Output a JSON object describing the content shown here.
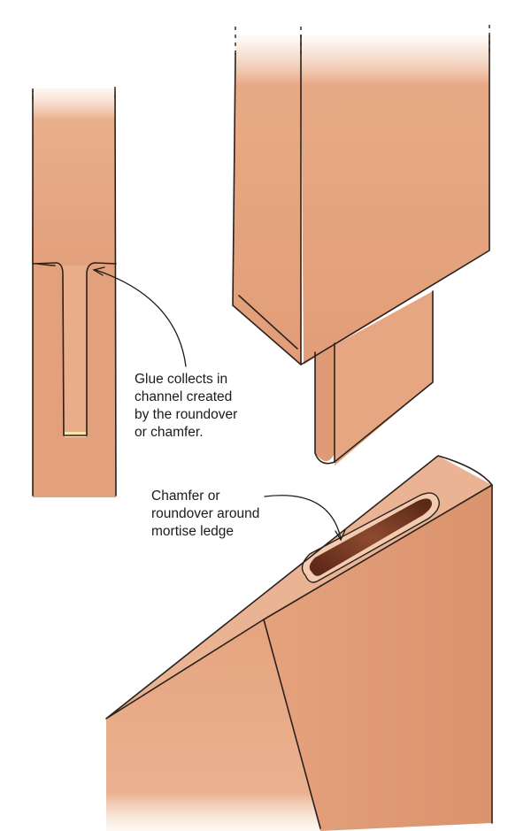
{
  "callouts": {
    "glue": {
      "lines": [
        "Glue collects in",
        "channel created",
        "by the roundover",
        "or chamfer."
      ]
    },
    "chamfer": {
      "lines": [
        "Chamfer or",
        "roundover around",
        "mortise ledge"
      ]
    }
  },
  "colors": {
    "wood": "#e7a883",
    "wood_light": "#f0c2a2",
    "wood_dark": "#d48d68",
    "mortise_hole": "#7a3a24",
    "ink": "#2a211c",
    "glue": "#f7e6a6"
  }
}
